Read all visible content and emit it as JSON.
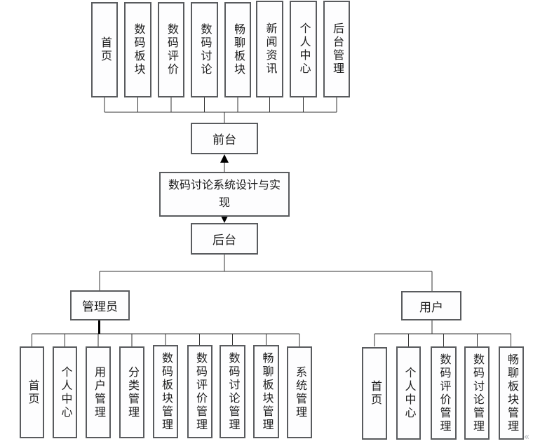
{
  "tree": {
    "title": "数码讨论系统设计与实现",
    "front_label": "前台",
    "back_label": "后台",
    "admin_label": "管理员",
    "user_label": "用户",
    "front_children": [
      "首页",
      "数码板块",
      "数码评价",
      "数码讨论",
      "畅聊板块",
      "新闻资讯",
      "个人中心",
      "后台管理"
    ],
    "admin_children": [
      "首页",
      "个人中心",
      "用户管理",
      "分类管理",
      "数码板块管理",
      "数码评价管理",
      "数码讨论管理",
      "畅聊板块管理",
      "系统管理"
    ],
    "user_children": [
      "首页",
      "个人中心",
      "数码评价管理",
      "数码讨论管理",
      "畅聊板块管理"
    ]
  },
  "colors": {
    "box_border": "#595b5e",
    "connector_line": "#333333",
    "emphasis_line": "#000000",
    "text": "#1c1c1c",
    "background": "#ffffff"
  },
  "artifact_mark": "«"
}
